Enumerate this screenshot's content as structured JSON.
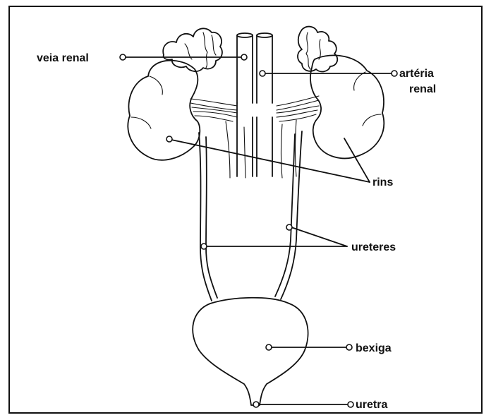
{
  "labels": {
    "veia_renal": "veia renal",
    "arteria_renal_1": "artéria",
    "arteria_renal_2": "renal",
    "rins": "rins",
    "ureteres": "ureteres",
    "bexiga": "bexiga",
    "uretra": "uretra"
  },
  "colors": {
    "ink": "#111111",
    "background": "#ffffff"
  }
}
